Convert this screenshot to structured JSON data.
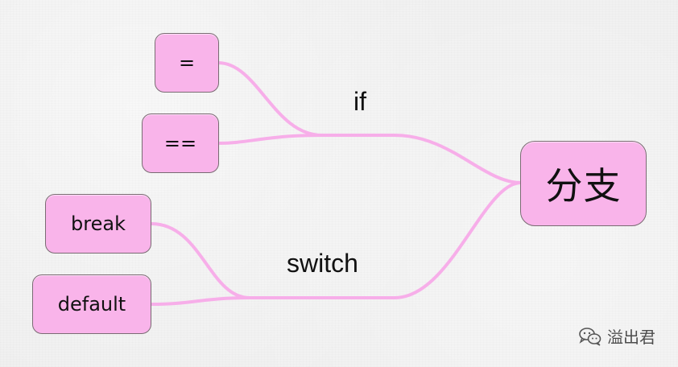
{
  "diagram": {
    "root": {
      "label": "分支"
    },
    "branches": [
      {
        "label": "if",
        "children": [
          {
            "label": "="
          },
          {
            "label": "=="
          }
        ]
      },
      {
        "label": "switch",
        "children": [
          {
            "label": "break"
          },
          {
            "label": "default"
          }
        ]
      }
    ]
  },
  "watermark": {
    "text": "溢出君",
    "icon": "chat-bubbles-icon"
  },
  "colors": {
    "node_fill": "#f9b4ea",
    "node_border": "#7a6b73",
    "edge": "#f7aee9",
    "background": "#efefef",
    "text": "#111111"
  }
}
